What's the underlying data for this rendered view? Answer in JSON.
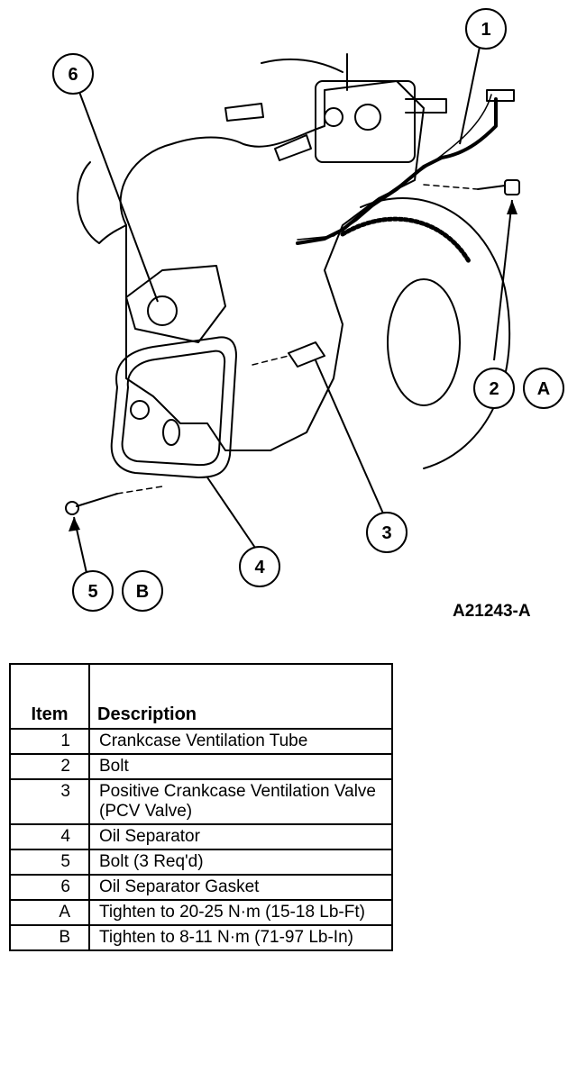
{
  "figure": {
    "figure_id": "A21243-A",
    "callouts": {
      "c1": "1",
      "c2": "2",
      "cA": "A",
      "c3": "3",
      "c4": "4",
      "c5": "5",
      "cB": "B",
      "c6": "6"
    }
  },
  "legend": {
    "header_item": "Item",
    "header_description": "Description",
    "rows": [
      {
        "item": "1",
        "description": "Crankcase Ventilation Tube"
      },
      {
        "item": "2",
        "description": "Bolt"
      },
      {
        "item": "3",
        "description": "Positive Crankcase Ventilation Valve (PCV Valve)"
      },
      {
        "item": "4",
        "description": "Oil Separator"
      },
      {
        "item": "5",
        "description": "Bolt (3 Req'd)"
      },
      {
        "item": "6",
        "description": "Oil Separator Gasket"
      },
      {
        "item": "A",
        "description": "Tighten to 20-25 N·m (15-18 Lb-Ft)"
      },
      {
        "item": "B",
        "description": "Tighten to 8-11 N·m (71-97 Lb-In)"
      }
    ]
  }
}
